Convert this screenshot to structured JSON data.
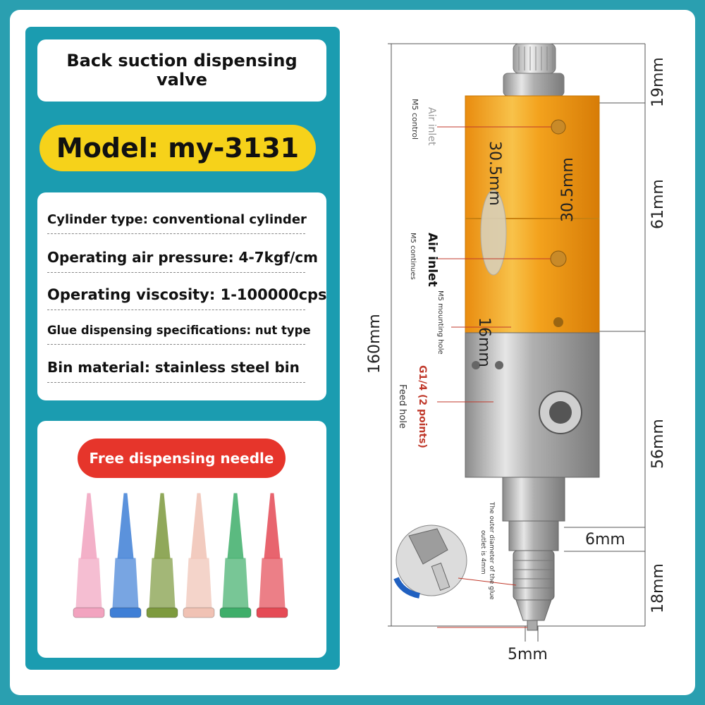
{
  "title": "Back suction dispensing valve",
  "model": "Model: my-3131",
  "specs": [
    "Cylinder type: conventional cylinder",
    "Operating air pressure: 4-7kgf/cm",
    "Operating viscosity: 1-100000cps",
    "Glue dispensing specifications: nut type",
    "Bin material: stainless steel bin"
  ],
  "needle_label": "Free dispensing needle",
  "needle_colors": [
    "#f2a3bf",
    "#3f7fd6",
    "#7d9a3e",
    "#f0c2b4",
    "#3fae6a",
    "#e54a55"
  ],
  "dimensions": {
    "d19": "19mm",
    "d61": "61mm",
    "d160": "160mm",
    "d56": "56mm",
    "d6": "6mm",
    "d18": "18mm",
    "d5": "5mm",
    "d305a": "30.5mm",
    "d305b": "30.5mm",
    "d16": "16mm"
  },
  "labels": {
    "m5_control": "M5 control",
    "air_inlet_top": "Air inlet",
    "m5_continues": "M5 continues",
    "air_inlet_mid": "Air inlet",
    "m5_mounting": "M5 mounting hole",
    "g14": "G1/4 (2 points)",
    "feed_hole": "Feed hole",
    "outlet_note_1": "The outer diameter of the glue",
    "outlet_note_2": "outlet is 4mm"
  }
}
